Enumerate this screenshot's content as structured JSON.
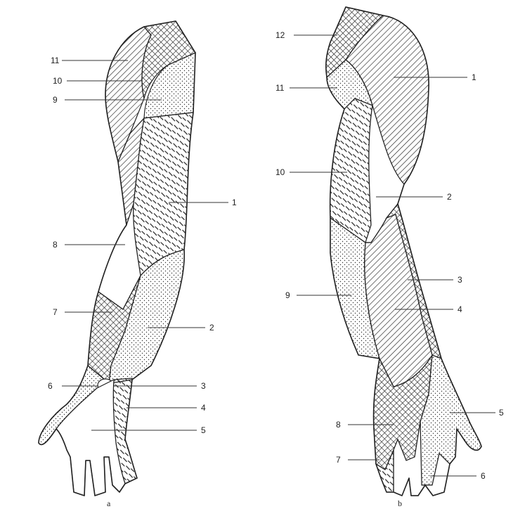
{
  "figure": {
    "panel_a": {
      "caption": "a",
      "labels": {
        "l1": "1",
        "l2": "2",
        "l3": "3",
        "l4": "4",
        "l5": "5",
        "l6": "6",
        "l7": "7",
        "l8": "8",
        "l9": "9",
        "l10": "10",
        "l11": "11"
      }
    },
    "panel_b": {
      "caption": "b",
      "labels": {
        "l1": "1",
        "l2": "2",
        "l3": "3",
        "l4": "4",
        "l5": "5",
        "l6": "6",
        "l7": "7",
        "l8": "8",
        "l9": "9",
        "l10": "10",
        "l11": "11",
        "l12": "12"
      }
    },
    "fill_patterns": [
      "dashed",
      "dotted",
      "crosshatch",
      "diagonal-lines",
      "plain"
    ]
  }
}
